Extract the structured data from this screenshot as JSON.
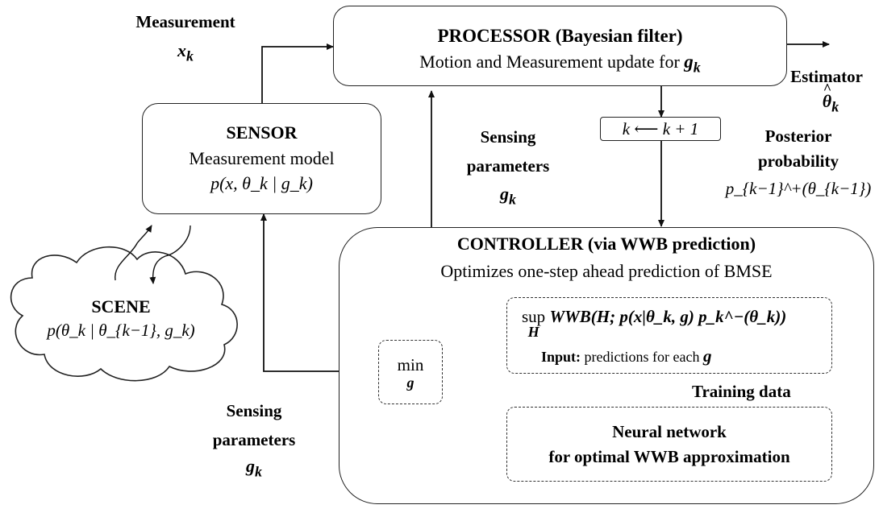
{
  "processor": {
    "title": "PROCESSOR (Bayesian filter)",
    "subtitle_prefix": "Motion and Measurement update for ",
    "subtitle_var": "g",
    "subtitle_sub": "k"
  },
  "sensor": {
    "title": "SENSOR",
    "subtitle": "Measurement model",
    "formula": "p(x, θ_k | g_k)"
  },
  "scene": {
    "title": "SCENE",
    "formula": "p(θ_k | θ_{k−1}, g_k)"
  },
  "controller": {
    "title_bold": "CONTROLLER",
    "title_mid": " (via ",
    "title_wwb": "WWB",
    "title_end": " prediction)",
    "subtitle": "Optimizes one-step ahead prediction of BMSE",
    "sup_label": "sup",
    "sup_sub": "H",
    "wwb_formula": "WWB(H; p(x|θ_k, g) p_k^−(θ_k))",
    "input_label": "Input:",
    "input_text": " predictions for each ",
    "input_var": "g",
    "min_label": "min",
    "min_sub": "g",
    "training_label": "Training data",
    "nn_line1": "Neural network",
    "nn_line2": "for optimal WWB approximation"
  },
  "counter": {
    "text": "k ⟵ k + 1"
  },
  "labels": {
    "measurement_title": "Measurement",
    "measurement_var": "x",
    "measurement_sub": "k",
    "estimator_title": "Estimator",
    "estimator_var": "θ",
    "estimator_sub": "k",
    "sensing1_line1": "Sensing",
    "sensing1_line2": "parameters",
    "sensing_var": "g",
    "sensing_sub": "k",
    "sensing2_line1": "Sensing",
    "sensing2_line2": "parameters",
    "posterior_line1": "Posterior",
    "posterior_line2": "probability",
    "posterior_formula": "p_{k−1}^+(θ_{k−1})"
  }
}
